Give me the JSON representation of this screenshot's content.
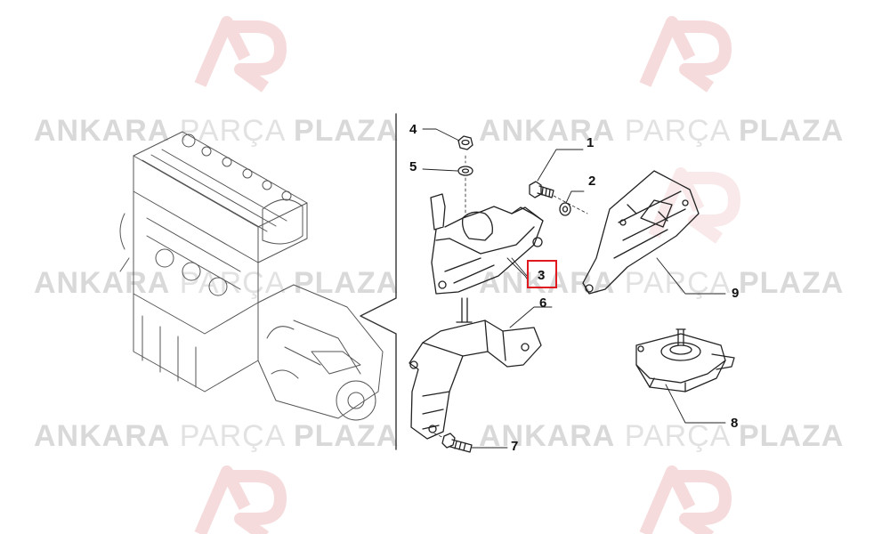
{
  "watermark": {
    "word1": "ANKARA",
    "word2": "PARÇA",
    "word3": "PLAZA",
    "logo_color": "#f4d2d4"
  },
  "callouts": {
    "c1": "1",
    "c2": "2",
    "c3": "3",
    "c4": "4",
    "c5": "5",
    "c6": "6",
    "c7": "7",
    "c8": "8",
    "c9": "9"
  },
  "highlighted_part": "3",
  "colors": {
    "line": "#222222",
    "highlight": "#e0191f",
    "watermark_text": "#d9d9d9"
  }
}
